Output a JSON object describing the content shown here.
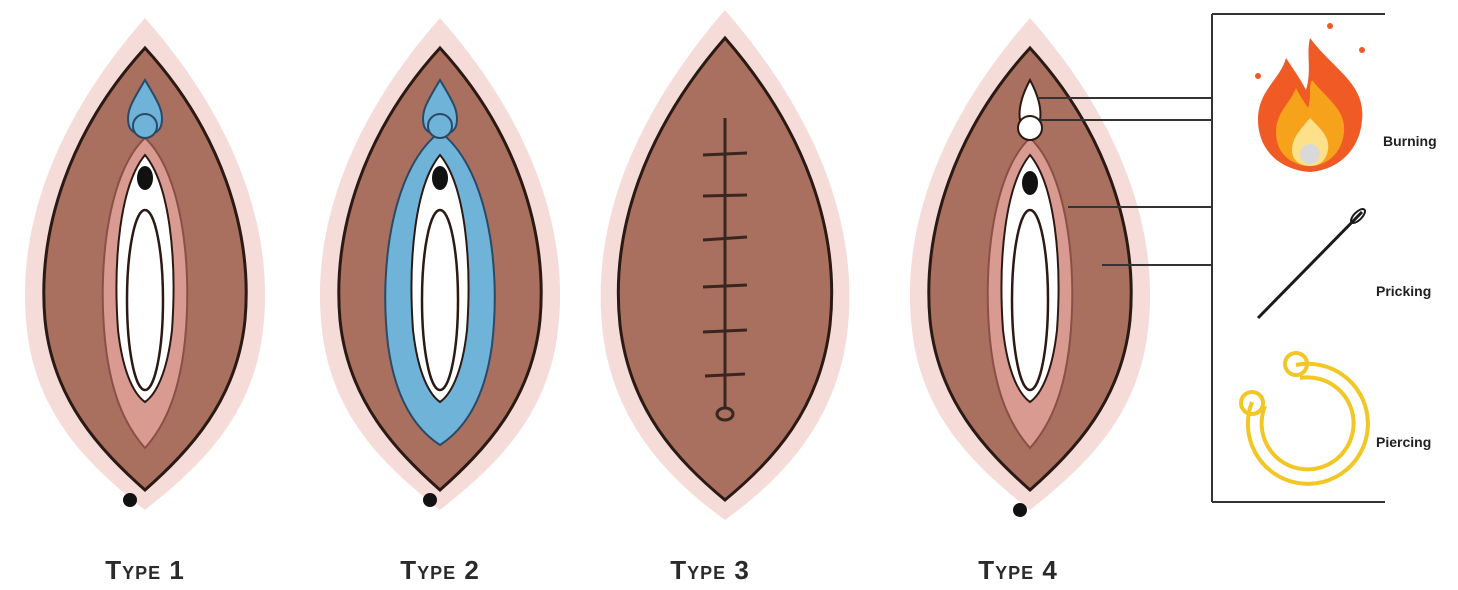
{
  "diagrams": [
    {
      "label": "Type 1"
    },
    {
      "label": "Type 2"
    },
    {
      "label": "Type 3"
    },
    {
      "label": "Type 4"
    }
  ],
  "legend": [
    {
      "label": "Burning",
      "icon": "flame-icon"
    },
    {
      "label": "Pricking",
      "icon": "needle-icon"
    },
    {
      "label": "Piercing",
      "icon": "ring-icon"
    }
  ],
  "colors": {
    "outer_halo": "#f6dcd8",
    "body": "#a9705f",
    "outline": "#2b1a14",
    "inner_lip": "#d99b91",
    "highlight_blue": "#6fb3d8",
    "stitch": "#3a2620",
    "ring": "#f2c623",
    "flame_outer": "#f05a24",
    "flame_mid": "#f7a21b",
    "flame_inner": "#fde08a"
  }
}
